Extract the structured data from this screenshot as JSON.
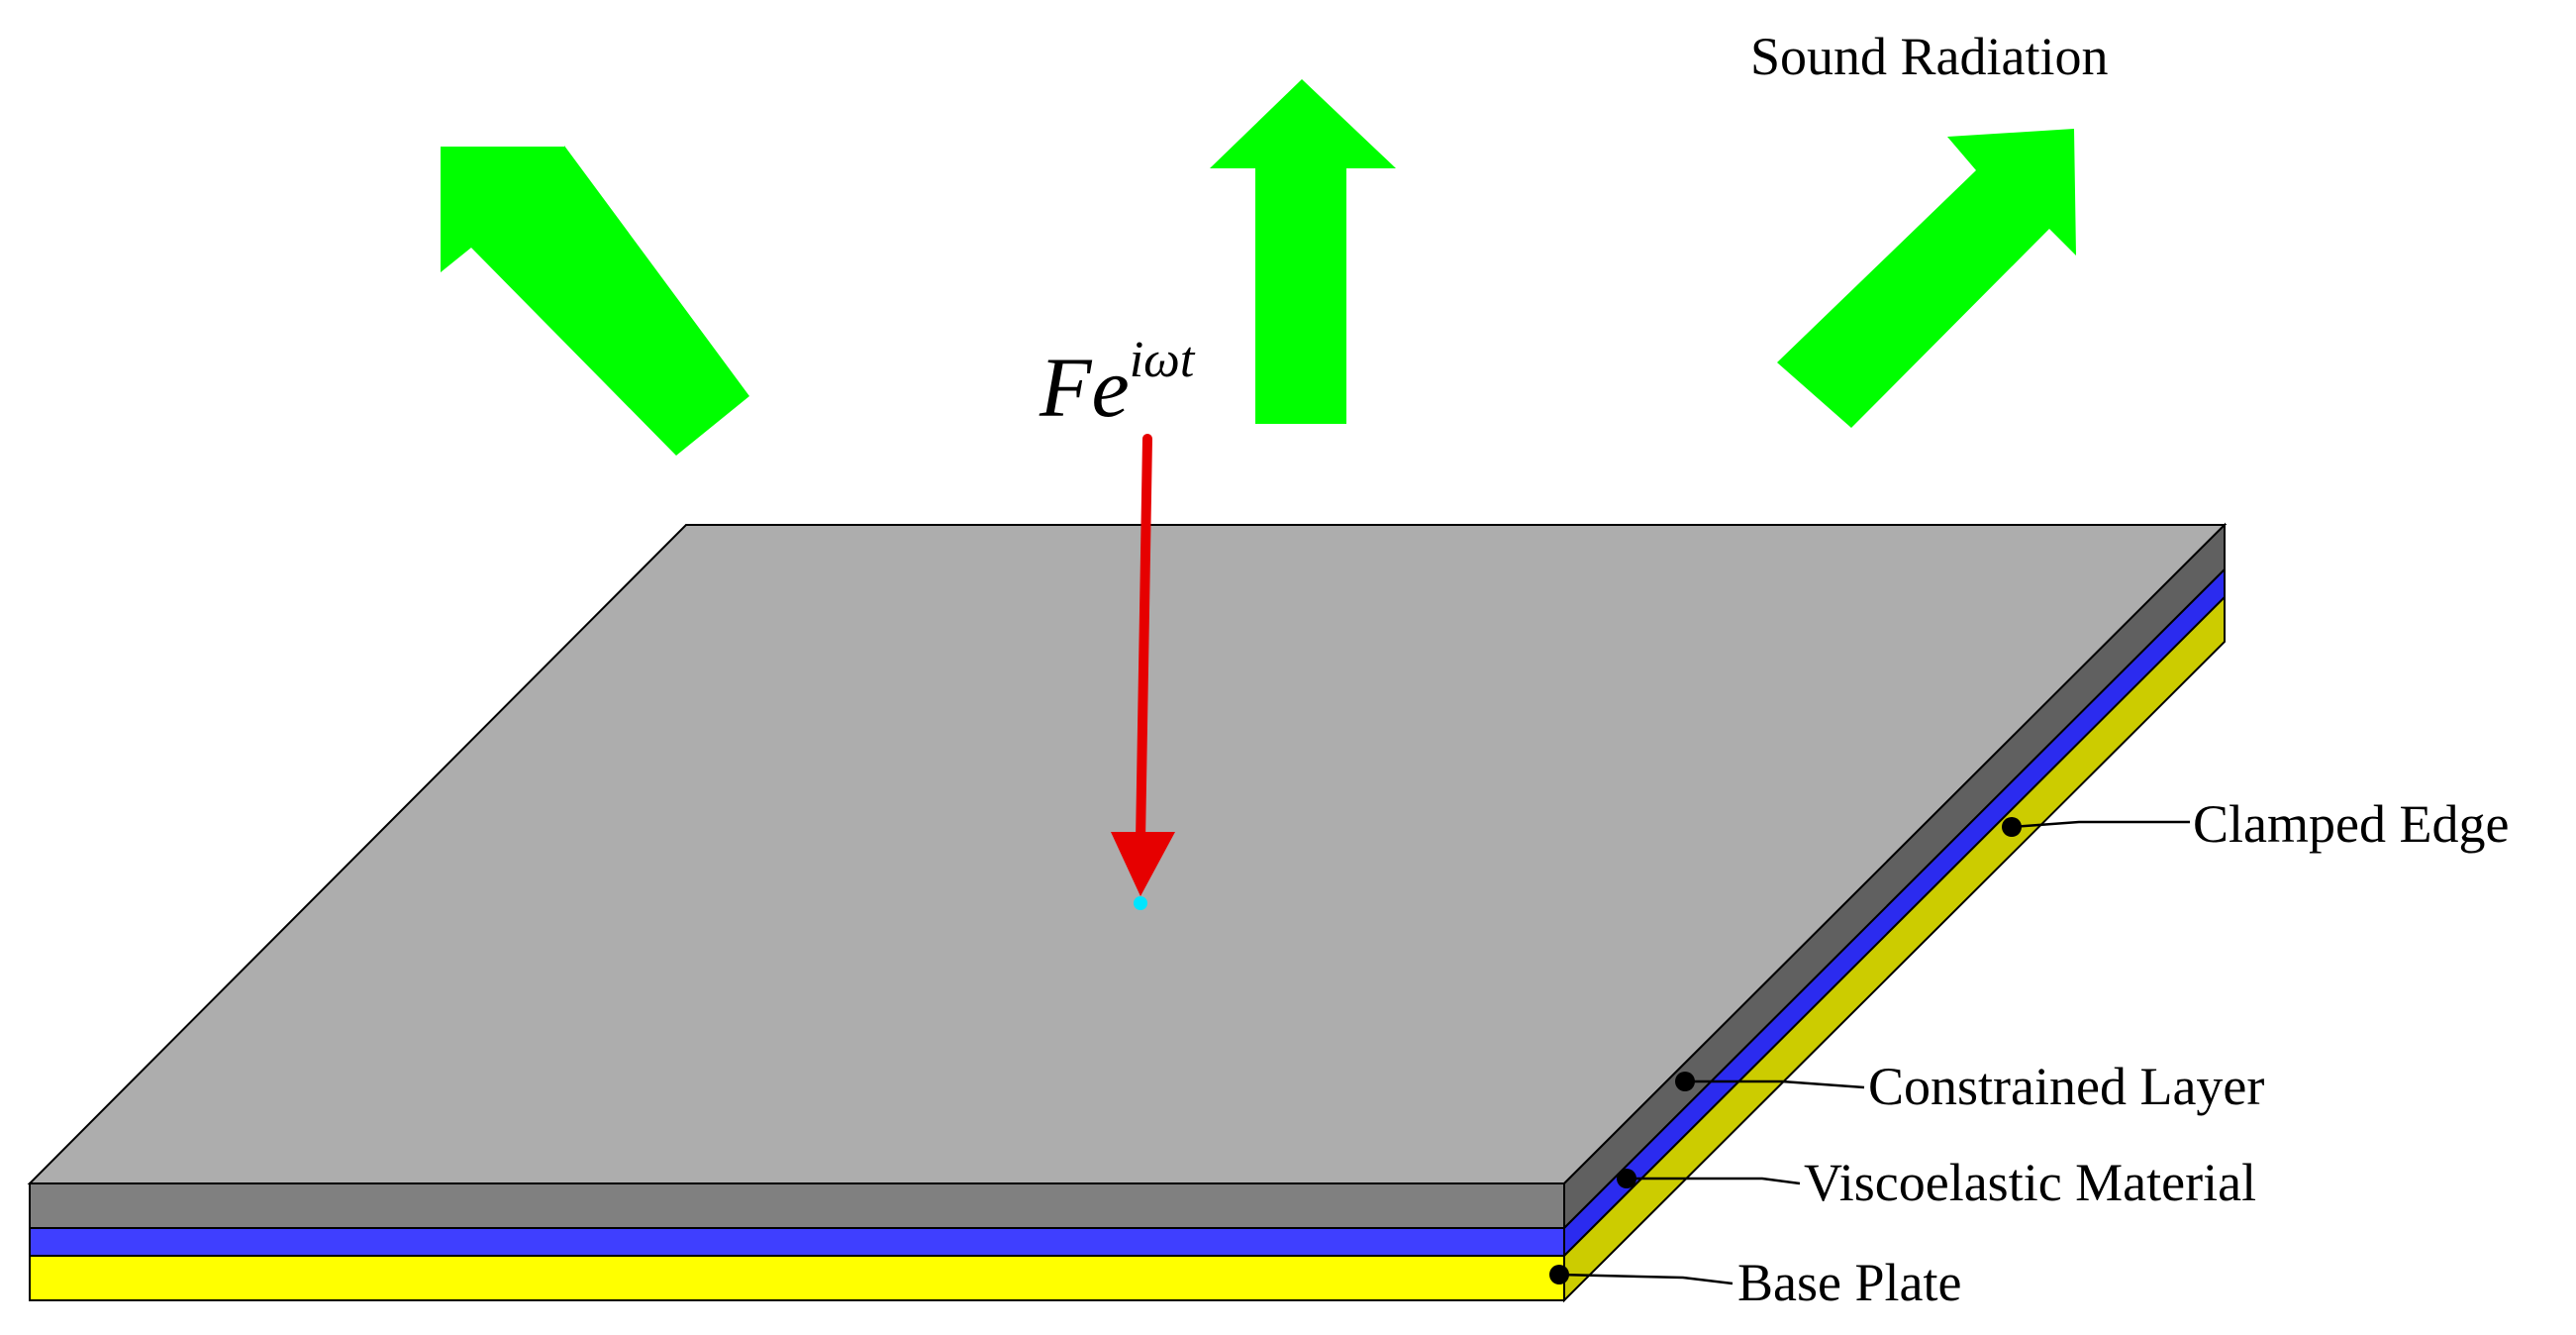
{
  "diagram": {
    "labels": {
      "sound_radiation": "Sound Radiation",
      "clamped_edge": "Clamped Edge",
      "constrained_layer": "Constrained Layer",
      "viscoelastic_material": "Viscoelastic Material",
      "base_plate": "Base Plate"
    },
    "force": {
      "base": "Fe",
      "exponent": "iωt"
    },
    "colors": {
      "plate_top": "#adadad",
      "constrained_layer_front": "#808080",
      "constrained_layer_side": "#606060",
      "viscoelastic_front": "#3f3fff",
      "viscoelastic_side": "#2b2bef",
      "base_plate_front": "#ffff00",
      "base_plate_side": "#cccc00",
      "radiation_arrows": "#00ff00",
      "force_arrow": "#e60000",
      "load_point": "#00e5ff",
      "outline": "#000000"
    }
  }
}
